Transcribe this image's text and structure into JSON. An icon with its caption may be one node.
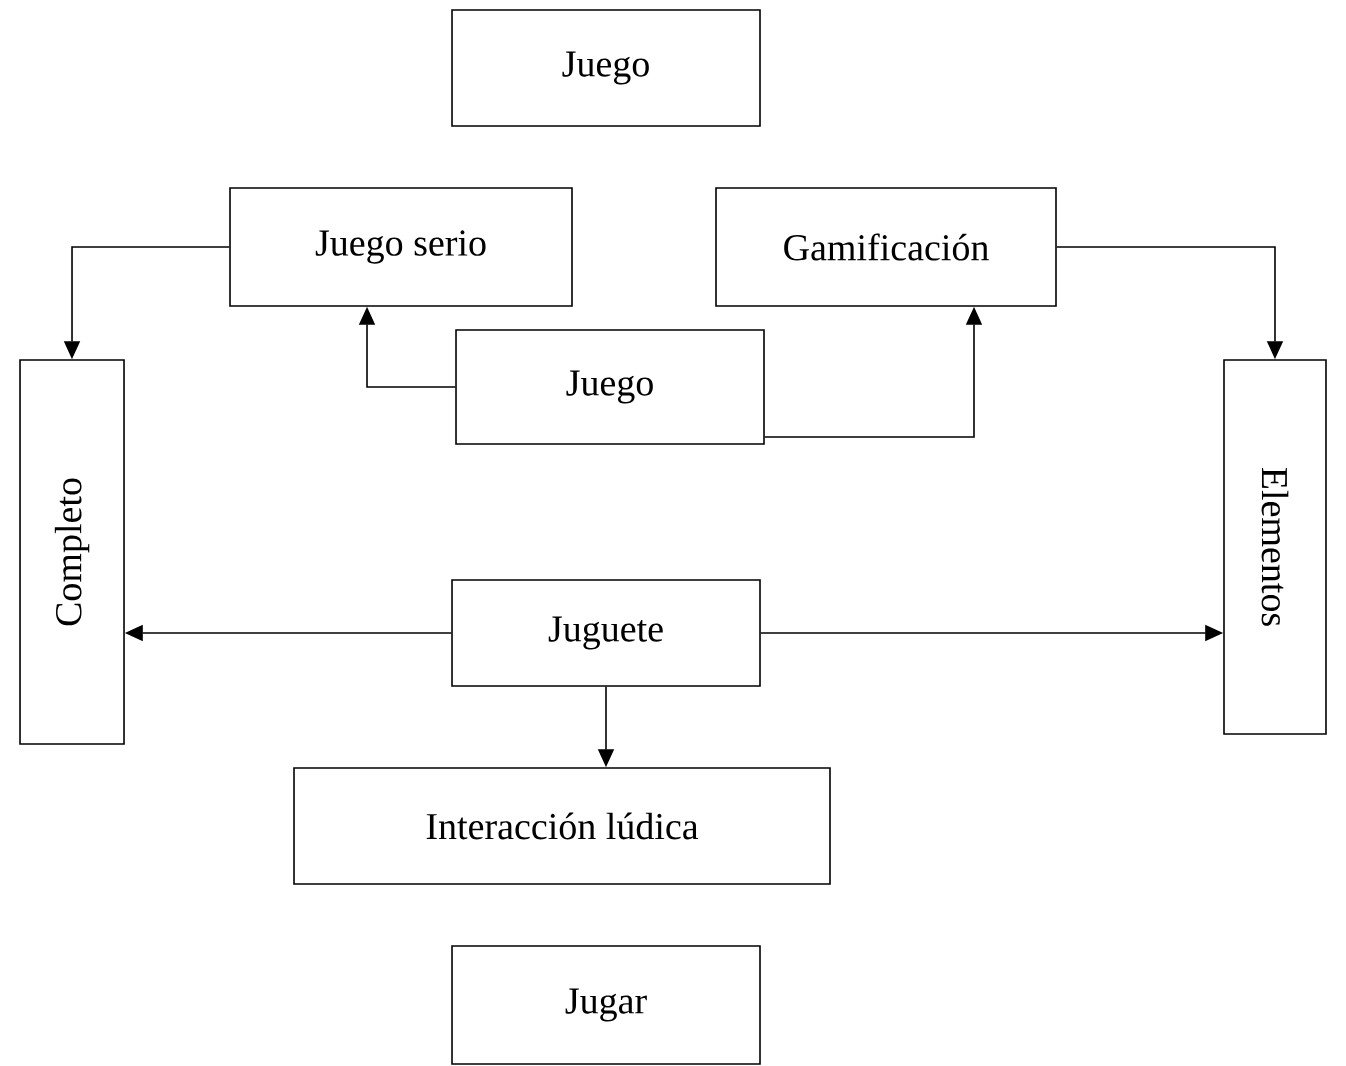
{
  "diagram": {
    "nodes": [
      {
        "text": [
          "Juego"
        ]
      },
      {
        "text": [
          "Juego serio"
        ]
      },
      {
        "text": [
          "Gamificación"
        ]
      },
      {
        "text": [
          "Juego"
        ]
      },
      {
        "text": [
          "Completo"
        ]
      },
      {
        "text": [
          "Elementos"
        ]
      },
      {
        "text": [
          "Juguete"
        ]
      },
      {
        "text": [
          "Interacción lúdica"
        ]
      },
      {
        "text": [
          "Jugar"
        ]
      }
    ],
    "edges": [
      {
        "from": 1,
        "to": 4,
        "arrow": "to"
      },
      {
        "from": 2,
        "to": 5,
        "arrow": "to"
      },
      {
        "from": 3,
        "to": 1,
        "arrow": "to"
      },
      {
        "from": 3,
        "to": 2,
        "arrow": "to"
      },
      {
        "from": 6,
        "to": 4,
        "arrow": "to"
      },
      {
        "from": 6,
        "to": 5,
        "arrow": "to"
      },
      {
        "from": 6,
        "to": 7,
        "arrow": "to"
      }
    ]
  }
}
